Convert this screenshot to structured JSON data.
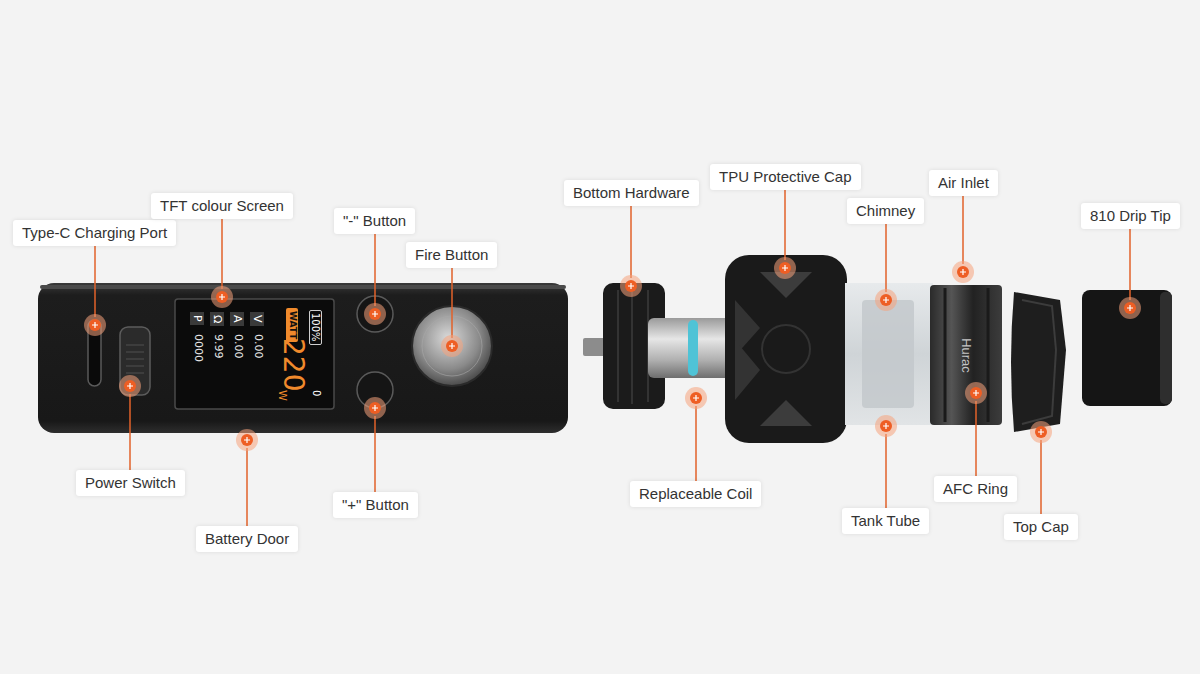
{
  "diagram": {
    "nodes": [
      {
        "text": [
          "Type-C Charging Port"
        ]
      },
      {
        "text": [
          "TFT colour Screen"
        ]
      },
      {
        "text": [
          "\"-\" Button"
        ]
      },
      {
        "text": [
          "Fire Button"
        ]
      },
      {
        "text": [
          "Power Switch"
        ]
      },
      {
        "text": [
          "Battery Door"
        ]
      },
      {
        "text": [
          "\"+\" Button"
        ]
      },
      {
        "text": [
          "Bottom Hardware"
        ]
      },
      {
        "text": [
          "TPU Protective Cap"
        ]
      },
      {
        "text": [
          "Chimney"
        ]
      },
      {
        "text": [
          "Air Inlet"
        ]
      },
      {
        "text": [
          "810 Drip Tip"
        ]
      },
      {
        "text": [
          "Replaceable Coil"
        ]
      },
      {
        "text": [
          "Tank Tube"
        ]
      },
      {
        "text": [
          "AFC Ring"
        ]
      },
      {
        "text": [
          "Top Cap"
        ]
      }
    ],
    "labels": [
      "100%",
      "0",
      "WATT",
      "220",
      "W",
      "V",
      "0.00",
      "A",
      "0.00",
      "Ω",
      "9.99",
      "P",
      "0000",
      "Hurac"
    ]
  }
}
